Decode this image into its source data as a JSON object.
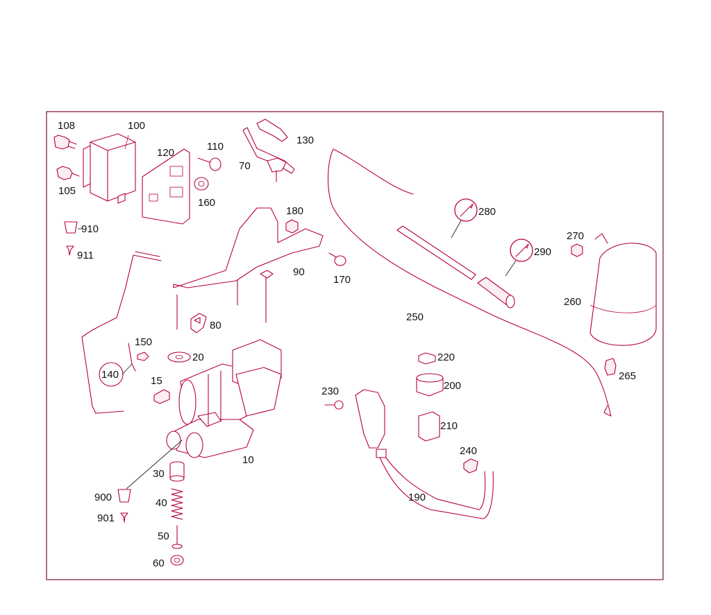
{
  "diagram": {
    "callouts": {
      "c10": "10",
      "c15": "15",
      "c20": "20",
      "c30": "30",
      "c40": "40",
      "c50": "50",
      "c60": "60",
      "c70": "70",
      "c80": "80",
      "c90": "90",
      "c100": "100",
      "c105": "105",
      "c108": "108",
      "c110": "110",
      "c120": "120",
      "c130": "130",
      "c140": "140",
      "c150": "150",
      "c160": "160",
      "c170": "170",
      "c180": "180",
      "c190": "190",
      "c200": "200",
      "c210": "210",
      "c220": "220",
      "c230": "230",
      "c240": "240",
      "c250": "250",
      "c260": "260",
      "c265": "265",
      "c270": "270",
      "c280": "280",
      "c290": "290",
      "c900": "900",
      "c901": "901",
      "c910": "910",
      "c911": "911"
    },
    "icons": [
      "wrench-icon",
      "wrench-icon"
    ],
    "colors": {
      "line_art": "#b8003a",
      "frame": "#7a1030",
      "text": "#111111"
    }
  }
}
